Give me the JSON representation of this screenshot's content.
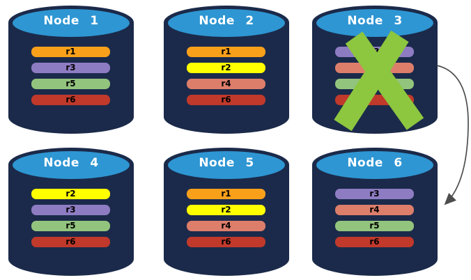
{
  "diagram": {
    "description": "Database cluster replication diagram: six nodes holding replicas r1-r6; Node 3 has failed and its replicas fail over to Node 6",
    "colors": {
      "background": "#FFFFFF",
      "cylinder_body": "#1B2A4A",
      "cylinder_top": "#2E96D3",
      "node_title_text": "#FFFFFF",
      "replica_label_text": "#000000",
      "failed_x": "#8DC63F",
      "arrow": "#4D4D4D"
    },
    "replica_colors": {
      "r1": "#F9A01B",
      "r2": "#FFFF00",
      "r3": "#8E7CC3",
      "r4": "#DD7E6B",
      "r5": "#93C47D",
      "r6": "#C0392B"
    },
    "nodes": [
      {
        "id": "node-1",
        "title": "Node 1",
        "failed": false,
        "replicas": [
          {
            "id": "r1",
            "label": "r1",
            "label_visible": true
          },
          {
            "id": "r3",
            "label": "r3",
            "label_visible": true
          },
          {
            "id": "r5",
            "label": "r5",
            "label_visible": true
          },
          {
            "id": "r6",
            "label": "r6",
            "label_visible": true
          }
        ]
      },
      {
        "id": "node-2",
        "title": "Node 2",
        "failed": false,
        "replicas": [
          {
            "id": "r1",
            "label": "r1",
            "label_visible": true
          },
          {
            "id": "r2",
            "label": "r2",
            "label_visible": true
          },
          {
            "id": "r4",
            "label": "r4",
            "label_visible": true
          },
          {
            "id": "r6",
            "label": "r6",
            "label_visible": true
          }
        ]
      },
      {
        "id": "node-3",
        "title": "Node 3",
        "failed": true,
        "replicas": [
          {
            "id": "r3",
            "label": "r3",
            "label_visible": true
          },
          {
            "id": "r4",
            "label": "r4",
            "label_visible": false
          },
          {
            "id": "r5",
            "label": "r5",
            "label_visible": false
          },
          {
            "id": "r6",
            "label": "r6",
            "label_visible": false
          }
        ]
      },
      {
        "id": "node-4",
        "title": "Node 4",
        "failed": false,
        "replicas": [
          {
            "id": "r2",
            "label": "r2",
            "label_visible": true
          },
          {
            "id": "r3",
            "label": "r3",
            "label_visible": true
          },
          {
            "id": "r5",
            "label": "r5",
            "label_visible": true
          },
          {
            "id": "r6",
            "label": "r6",
            "label_visible": true
          }
        ]
      },
      {
        "id": "node-5",
        "title": "Node 5",
        "failed": false,
        "replicas": [
          {
            "id": "r1",
            "label": "r1",
            "label_visible": true
          },
          {
            "id": "r2",
            "label": "r2",
            "label_visible": true
          },
          {
            "id": "r4",
            "label": "r4",
            "label_visible": true
          },
          {
            "id": "r6",
            "label": "r6",
            "label_visible": true
          }
        ]
      },
      {
        "id": "node-6",
        "title": "Node 6",
        "failed": false,
        "replicas": [
          {
            "id": "r3",
            "label": "r3",
            "label_visible": true
          },
          {
            "id": "r4",
            "label": "r4",
            "label_visible": true
          },
          {
            "id": "r5",
            "label": "r5",
            "label_visible": true
          },
          {
            "id": "r6",
            "label": "r6",
            "label_visible": true
          }
        ]
      }
    ],
    "arrow": {
      "from": "node-3",
      "to": "node-6"
    }
  }
}
